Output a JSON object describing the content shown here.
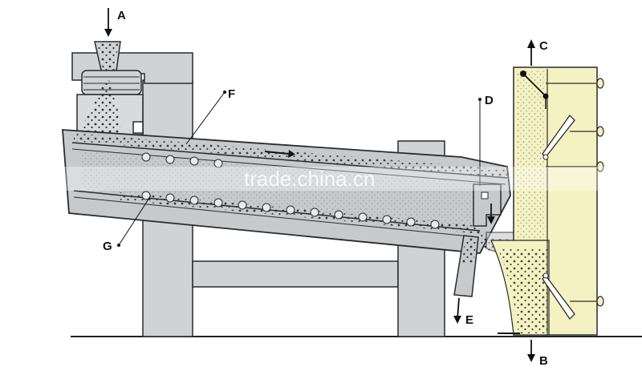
{
  "labels": {
    "A": "A",
    "B": "B",
    "C": "C",
    "D": "D",
    "E": "E",
    "F": "F",
    "G": "G"
  },
  "watermark": "trade.china.cn",
  "colors": {
    "frame": "#cfd3d5",
    "frame_stroke": "#2a2a2a",
    "trough": "#c6cacc",
    "trough_dark": "#9ea3a6",
    "aspirator": "#f4f2c2",
    "particles": "#333333",
    "ground": "#222222"
  }
}
